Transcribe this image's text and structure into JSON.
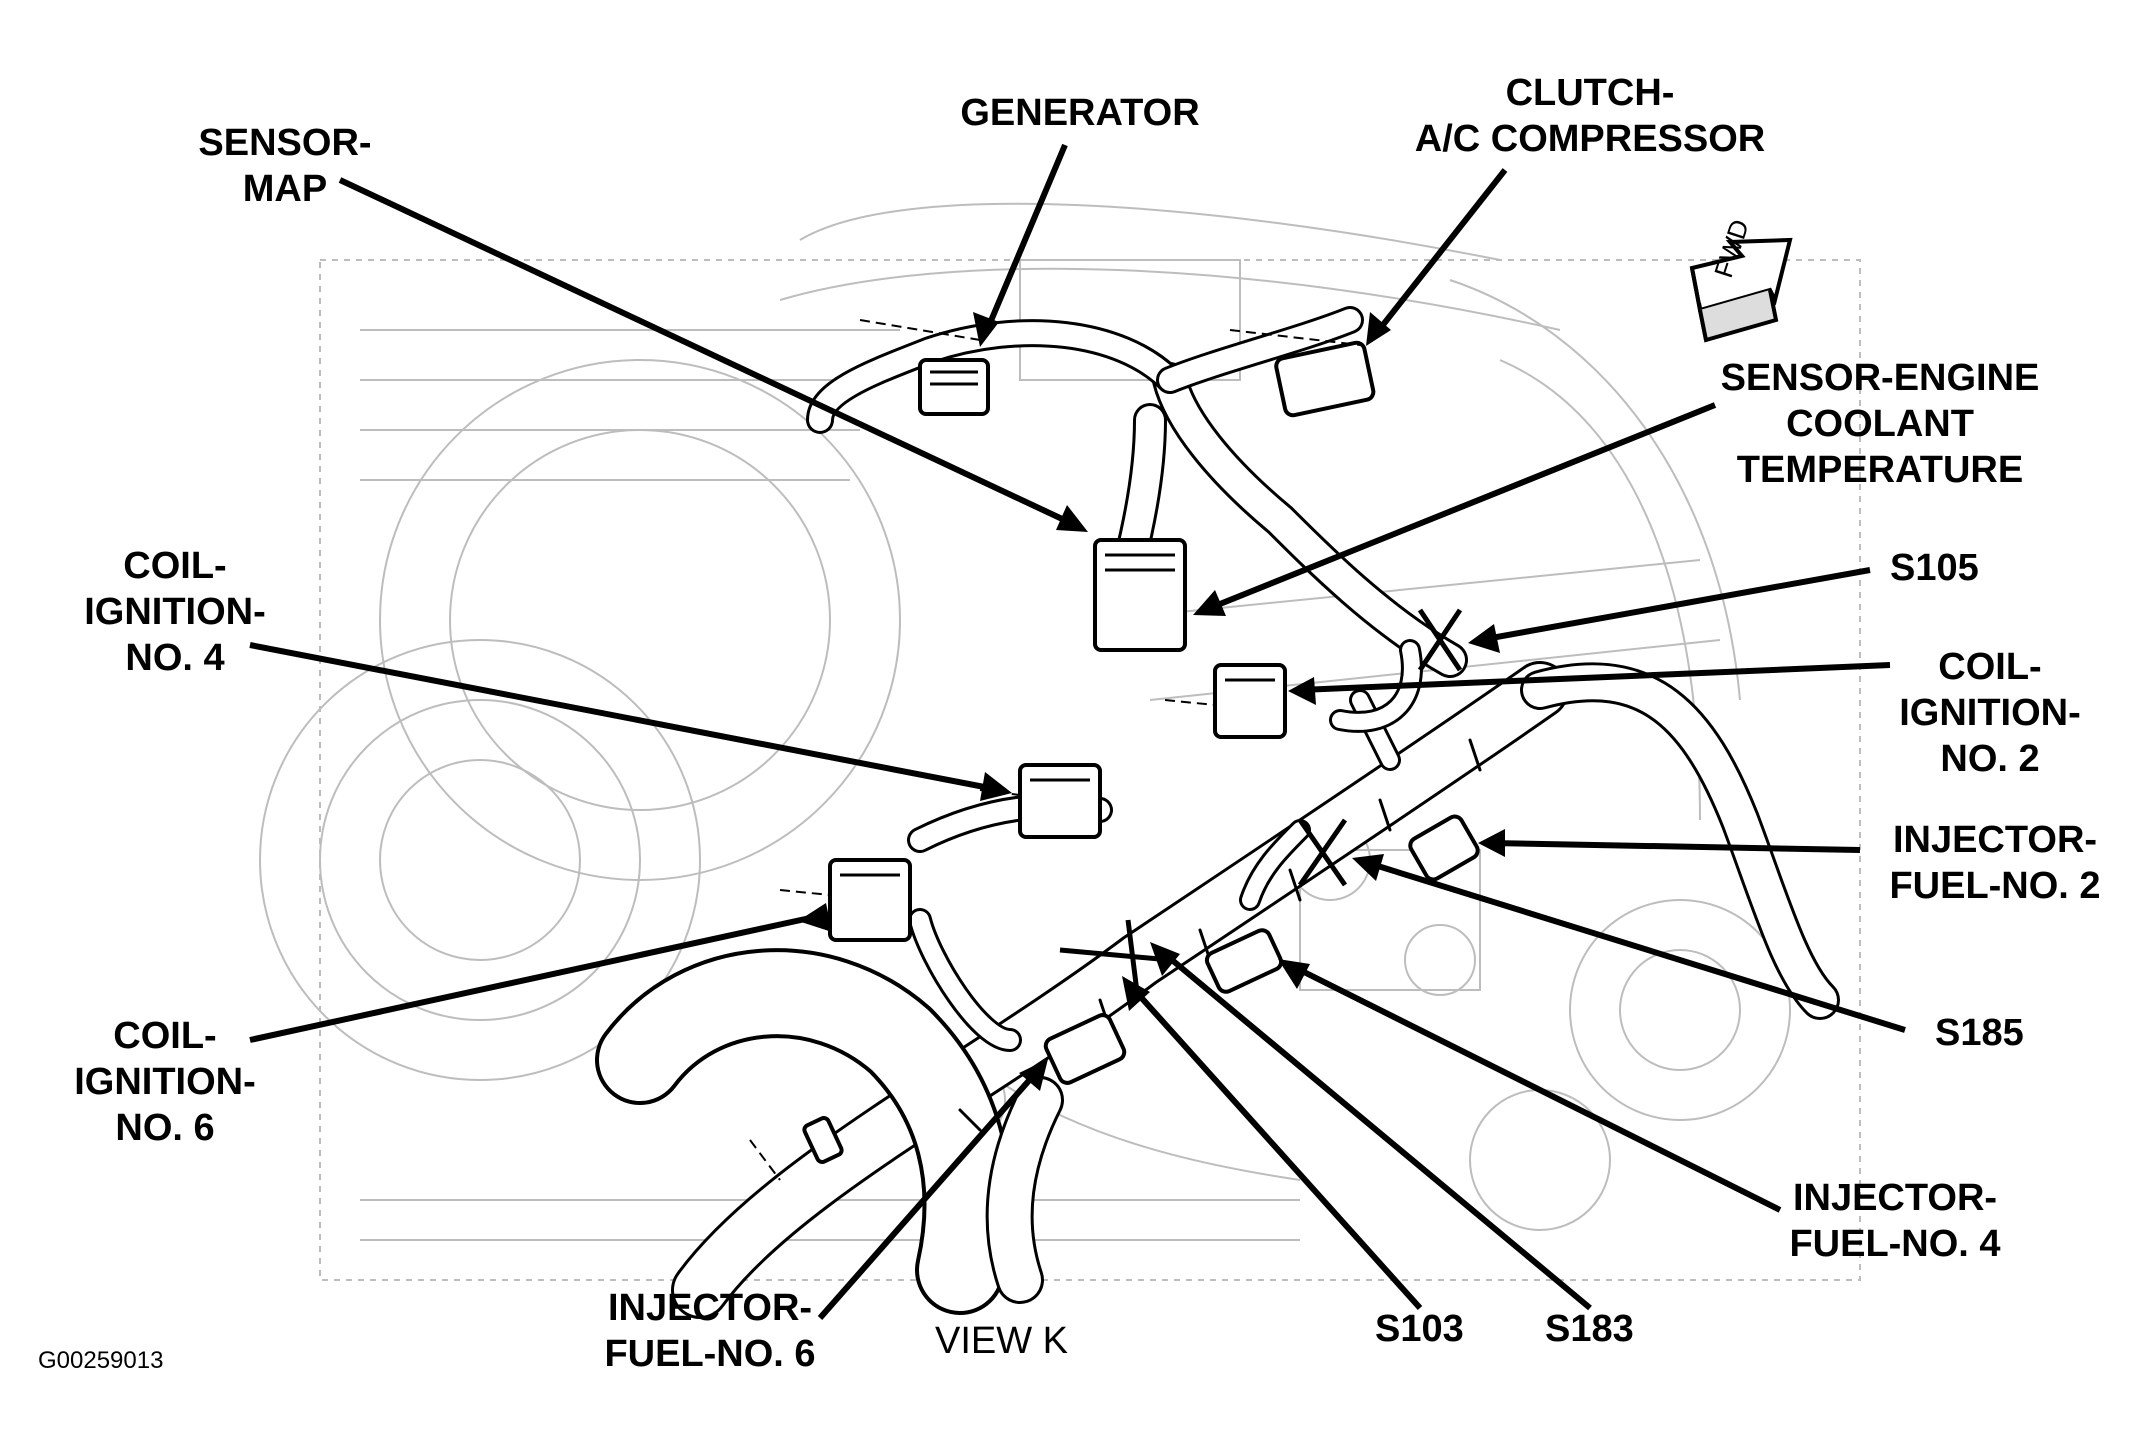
{
  "labels": {
    "generator": "GENERATOR",
    "clutch_line1": "CLUTCH-",
    "clutch_line2": "A/C COMPRESSOR",
    "sensor_map_line1": "SENSOR-",
    "sensor_map_line2": "MAP",
    "ect_line1": "SENSOR-ENGINE",
    "ect_line2": "COOLANT",
    "ect_line3": "TEMPERATURE",
    "s105": "S105",
    "coil4_line1": "COIL-",
    "coil4_line2": "IGNITION-",
    "coil4_line3": "NO. 4",
    "coil2_line1": "COIL-",
    "coil2_line2": "IGNITION-",
    "coil2_line3": "NO. 2",
    "inj2_line1": "INJECTOR-",
    "inj2_line2": "FUEL-NO. 2",
    "s185": "S185",
    "coil6_line1": "COIL-",
    "coil6_line2": "IGNITION-",
    "coil6_line3": "NO. 6",
    "inj4_line1": "INJECTOR-",
    "inj4_line2": "FUEL-NO. 4",
    "inj6_line1": "INJECTOR-",
    "inj6_line2": "FUEL-NO. 6",
    "s103": "S103",
    "s183": "S183",
    "view": "VIEW K",
    "figure_id": "G00259013",
    "fwd": "FWD"
  },
  "colors": {
    "ink": "#000000",
    "background_art": "#b8b8b8"
  }
}
